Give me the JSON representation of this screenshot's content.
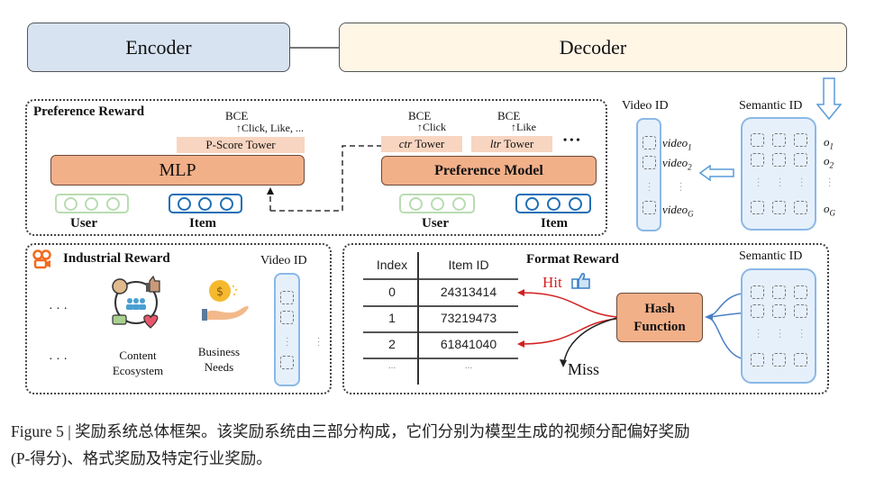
{
  "top": {
    "encoder_label": "Encoder",
    "decoder_label": "Decoder"
  },
  "preference_reward": {
    "title": "Preference Reward",
    "left": {
      "bce": "BCE",
      "signals": "Click, Like, ...",
      "tower": "P-Score Tower",
      "model": "MLP",
      "user_label": "User",
      "item_label": "Item"
    },
    "right": {
      "ctr_bce": "BCE",
      "ctr_signal": "Click",
      "ctr_tower_italic": "ctr",
      "ctr_tower_rest": " Tower",
      "ltr_bce": "BCE",
      "ltr_signal": "Like",
      "ltr_tower_italic": "ltr",
      "ltr_tower_rest": " Tower",
      "more": "• • •",
      "model": "Preference Model",
      "user_label": "User",
      "item_label": "Item"
    }
  },
  "decoding": {
    "video_id_title": "Video ID",
    "semantic_id_title": "Semantic ID",
    "videos": [
      "video₁",
      "video₂",
      "video_G"
    ],
    "video_labels": [
      {
        "base": "video",
        "sub": "1"
      },
      {
        "base": "video",
        "sub": "2"
      },
      {
        "base": "video",
        "sub": "G"
      }
    ],
    "o_labels": [
      {
        "base": "o",
        "sub": "1"
      },
      {
        "base": "o",
        "sub": "2"
      },
      {
        "base": "o",
        "sub": "G"
      }
    ]
  },
  "industrial_reward": {
    "title": "Industrial Reward",
    "ellipsis_1": "· · ·",
    "ellipsis_2": "· · ·",
    "content_label_1": "Content",
    "content_label_2": "Ecosystem",
    "business_label_1": "Business",
    "business_label_2": "Needs",
    "video_id_title": "Video ID"
  },
  "format_reward": {
    "title": "Format Reward",
    "table": {
      "headers": [
        "Index",
        "Item ID"
      ],
      "rows": [
        [
          "0",
          "24313414"
        ],
        [
          "1",
          "73219473"
        ],
        [
          "2",
          "61841040"
        ],
        [
          "...",
          "..."
        ]
      ]
    },
    "hit_label": "Hit",
    "miss_label": "Miss",
    "hash_label_1": "Hash",
    "hash_label_2": "Function",
    "semantic_id_title": "Semantic ID"
  },
  "caption": {
    "line1": "Figure 5 | 奖励系统总体框架。该奖励系统由三部分构成，它们分别为模型生成的视频分配偏好奖励",
    "line2": "(P-得分)、格式奖励及特定行业奖励。"
  },
  "colors": {
    "encoder_bg": "#d7e3f1",
    "decoder_bg": "#fff6e6",
    "model_orange": "#f2b089",
    "tower_peach": "#f8d5c0",
    "item_blue": "#1f6fb5",
    "user_green": "#b9dcb3",
    "hit_red": "#d42020",
    "id_panel_blue": "#e6f0fb"
  }
}
